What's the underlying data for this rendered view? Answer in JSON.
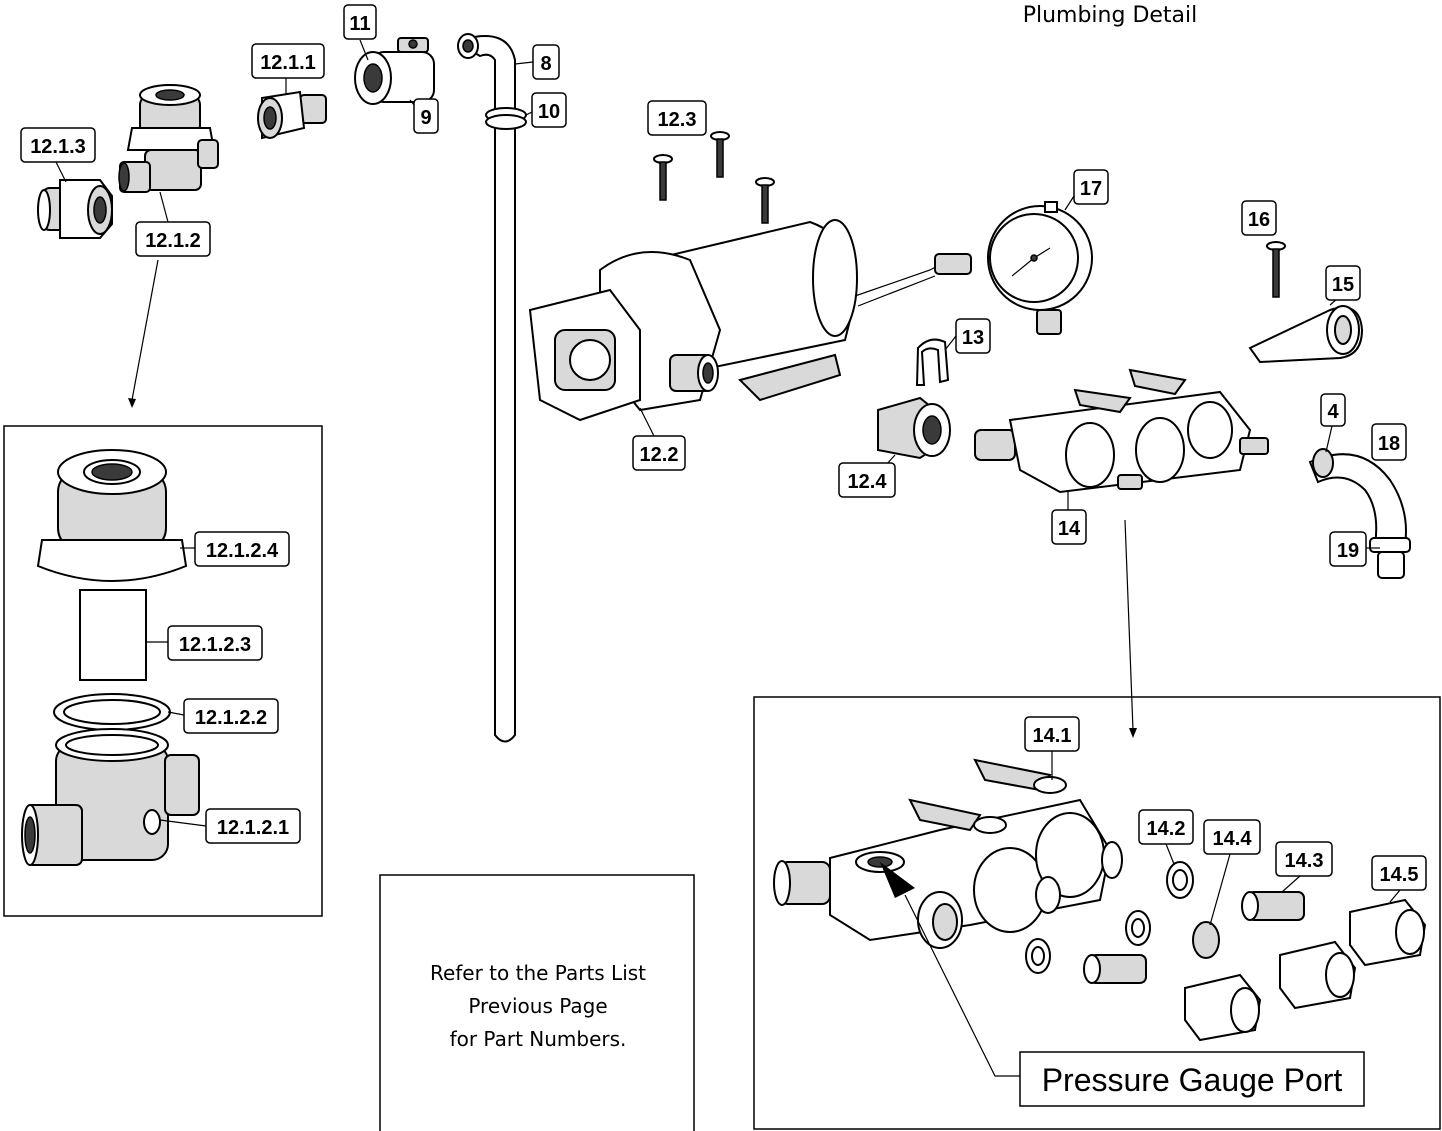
{
  "title": "Plumbing Detail",
  "note": {
    "line1": "Refer to the Parts List",
    "line2": "Previous Page",
    "line3": "for Part Numbers."
  },
  "callout": "Pressure Gauge Port",
  "labels": {
    "p11": "11",
    "p12_1_1": "12.1.1",
    "p8": "8",
    "p9": "9",
    "p10": "10",
    "p12_1_3": "12.1.3",
    "p12_1_2": "12.1.2",
    "p12_3": "12.3",
    "p17": "17",
    "p16": "16",
    "p15": "15",
    "p13": "13",
    "p12_2": "12.2",
    "p12_4": "12.4",
    "p4": "4",
    "p18": "18",
    "p14": "14",
    "p19": "19",
    "p12_1_2_4": "12.1.2.4",
    "p12_1_2_3": "12.1.2.3",
    "p12_1_2_2": "12.1.2.2",
    "p12_1_2_1": "12.1.2.1",
    "p14_1": "14.1",
    "p14_2": "14.2",
    "p14_4": "14.4",
    "p14_3": "14.3",
    "p14_5": "14.5"
  }
}
